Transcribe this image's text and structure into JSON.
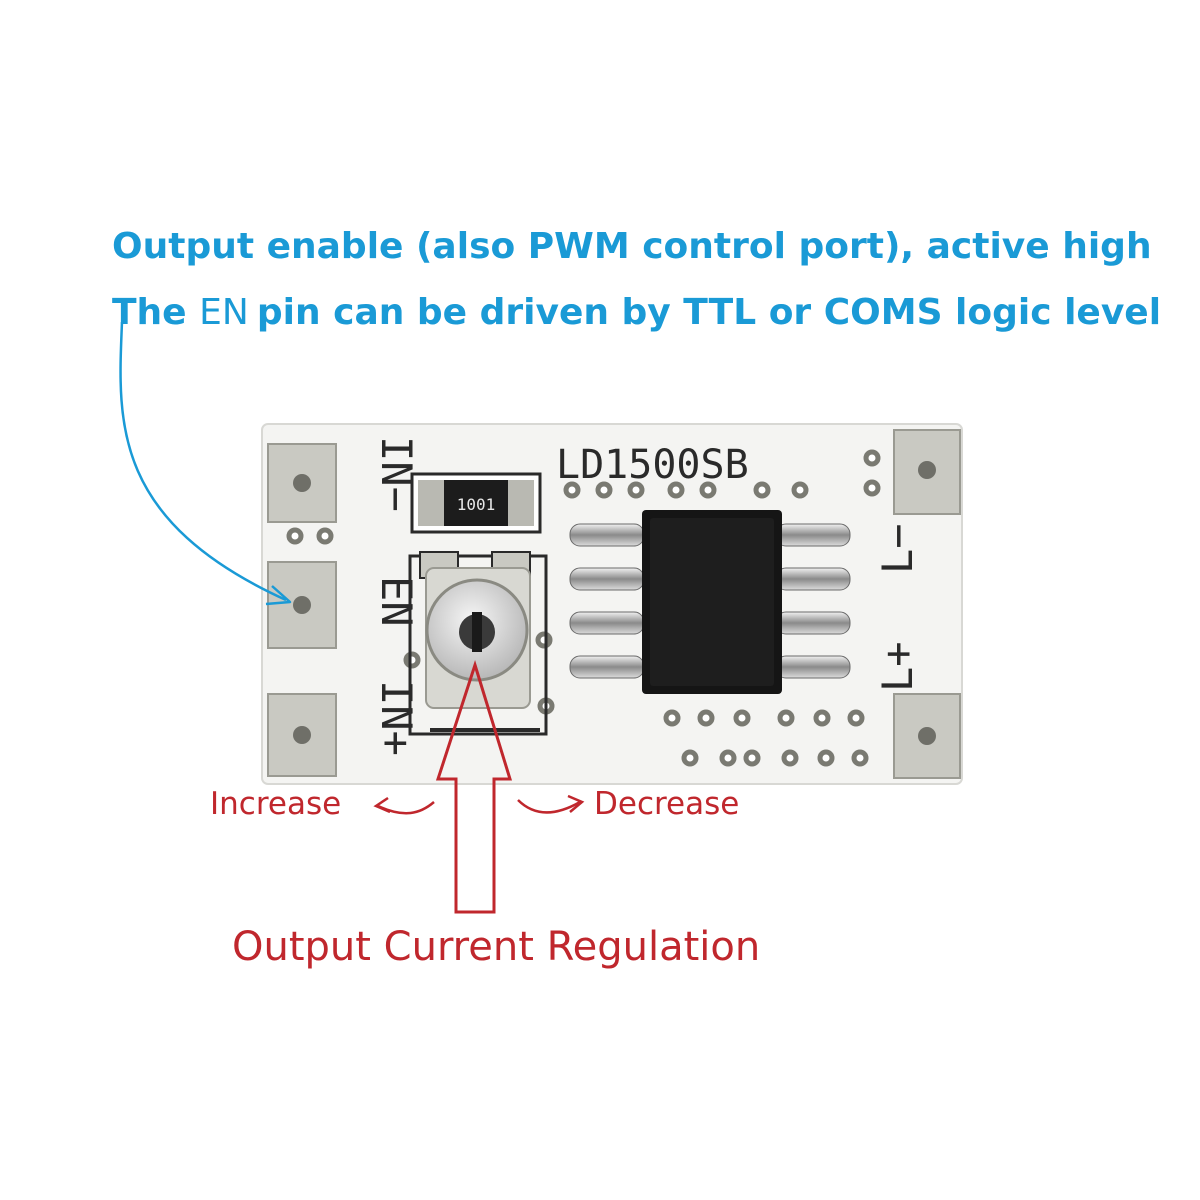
{
  "annotations": {
    "enable_line1": "Output enable (also PWM control port), active high",
    "enable_line2_prefix": "The ",
    "enable_line2_en": "EN",
    "enable_line2_suffix": "pin can be driven by TTL or COMS logic level",
    "increase": "Increase",
    "decrease": "Decrease",
    "regulation": "Output Current Regulation"
  },
  "board": {
    "model": "LD1500SB",
    "resistor_code": "1001",
    "pin_in_minus": "IN−",
    "pin_en": "EN",
    "pin_in_plus": "IN+",
    "pin_l_minus": "L−",
    "pin_l_plus": "L+"
  },
  "colors": {
    "annotation_blue": "#1a9ad6",
    "annotation_red": "#c0272d",
    "pcb": "#f4f4f2",
    "pad": "#c9c9c2",
    "chip": "#151515"
  }
}
